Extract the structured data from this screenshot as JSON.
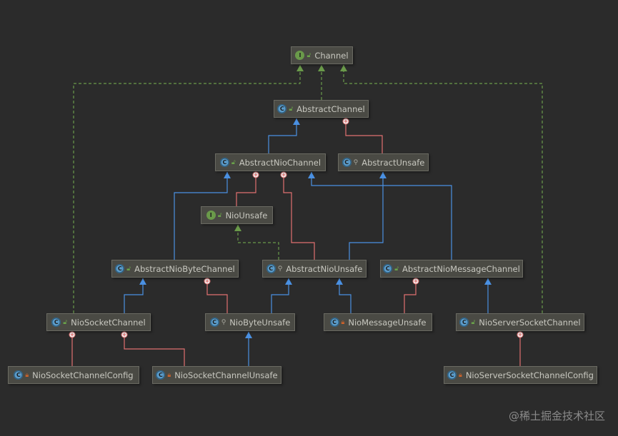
{
  "diagram": {
    "nodes": [
      {
        "id": "channel",
        "label": "Channel",
        "badge": "I",
        "kind": "interface",
        "modifier": "public"
      },
      {
        "id": "abstract-channel",
        "label": "AbstractChannel",
        "badge": "C",
        "kind": "abstract",
        "modifier": "public"
      },
      {
        "id": "abstract-nio-channel",
        "label": "AbstractNioChannel",
        "badge": "C",
        "kind": "abstract",
        "modifier": "public"
      },
      {
        "id": "abstract-unsafe",
        "label": "AbstractUnsafe",
        "badge": "C",
        "kind": "abstract",
        "modifier": "package"
      },
      {
        "id": "nio-unsafe",
        "label": "NioUnsafe",
        "badge": "I",
        "kind": "interface",
        "modifier": "public"
      },
      {
        "id": "abstract-nio-byte-channel",
        "label": "AbstractNioByteChannel",
        "badge": "C",
        "kind": "abstract",
        "modifier": "public"
      },
      {
        "id": "abstract-nio-unsafe",
        "label": "AbstractNioUnsafe",
        "badge": "C",
        "kind": "abstract",
        "modifier": "package"
      },
      {
        "id": "abstract-nio-message-channel",
        "label": "AbstractNioMessageChannel",
        "badge": "C",
        "kind": "abstract",
        "modifier": "public"
      },
      {
        "id": "nio-socket-channel",
        "label": "NioSocketChannel",
        "badge": "C",
        "kind": "class",
        "modifier": "public"
      },
      {
        "id": "nio-byte-unsafe",
        "label": "NioByteUnsafe",
        "badge": "C",
        "kind": "class",
        "modifier": "package"
      },
      {
        "id": "nio-message-unsafe",
        "label": "NioMessageUnsafe",
        "badge": "C",
        "kind": "class",
        "modifier": "private"
      },
      {
        "id": "nio-server-socket-channel",
        "label": "NioServerSocketChannel",
        "badge": "C",
        "kind": "class",
        "modifier": "public"
      },
      {
        "id": "nio-socket-channel-config",
        "label": "NioSocketChannelConfig",
        "badge": "C",
        "kind": "class",
        "modifier": "private"
      },
      {
        "id": "nio-socket-channel-unsafe",
        "label": "NioSocketChannelUnsafe",
        "badge": "C",
        "kind": "class",
        "modifier": "private"
      },
      {
        "id": "nio-server-socket-channel-config",
        "label": "NioServerSocketChannelConfig",
        "badge": "C",
        "kind": "class",
        "modifier": "private"
      }
    ],
    "edges": [
      {
        "from": "abstract-channel",
        "to": "channel",
        "type": "implements"
      },
      {
        "from": "nio-socket-channel",
        "to": "channel",
        "type": "implements"
      },
      {
        "from": "nio-server-socket-channel",
        "to": "channel",
        "type": "implements"
      },
      {
        "from": "abstract-nio-channel",
        "to": "abstract-channel",
        "type": "extends"
      },
      {
        "from": "abstract-unsafe",
        "to": "abstract-channel",
        "type": "inner"
      },
      {
        "from": "abstract-nio-byte-channel",
        "to": "abstract-nio-channel",
        "type": "extends"
      },
      {
        "from": "abstract-nio-message-channel",
        "to": "abstract-nio-channel",
        "type": "extends"
      },
      {
        "from": "nio-unsafe",
        "to": "abstract-nio-channel",
        "type": "inner"
      },
      {
        "from": "abstract-nio-unsafe",
        "to": "abstract-nio-channel",
        "type": "inner"
      },
      {
        "from": "abstract-nio-unsafe",
        "to": "abstract-unsafe",
        "type": "extends"
      },
      {
        "from": "abstract-nio-unsafe",
        "to": "nio-unsafe",
        "type": "implements"
      },
      {
        "from": "nio-socket-channel",
        "to": "abstract-nio-byte-channel",
        "type": "extends"
      },
      {
        "from": "nio-byte-unsafe",
        "to": "abstract-nio-byte-channel",
        "type": "inner"
      },
      {
        "from": "nio-byte-unsafe",
        "to": "abstract-nio-unsafe",
        "type": "extends"
      },
      {
        "from": "nio-message-unsafe",
        "to": "abstract-nio-unsafe",
        "type": "extends"
      },
      {
        "from": "nio-message-unsafe",
        "to": "abstract-nio-message-channel",
        "type": "inner"
      },
      {
        "from": "nio-server-socket-channel",
        "to": "abstract-nio-message-channel",
        "type": "extends"
      },
      {
        "from": "nio-socket-channel-config",
        "to": "nio-socket-channel",
        "type": "inner"
      },
      {
        "from": "nio-socket-channel-unsafe",
        "to": "nio-socket-channel",
        "type": "inner"
      },
      {
        "from": "nio-socket-channel-unsafe",
        "to": "nio-byte-unsafe",
        "type": "extends"
      },
      {
        "from": "nio-server-socket-channel-config",
        "to": "nio-server-socket-channel",
        "type": "inner"
      }
    ],
    "colors": {
      "background": "#2b2b2b",
      "node_fill": "#4a4a44",
      "node_border": "#6a6a62",
      "extends": "#4a90e2",
      "implements": "#6a9a4a",
      "inner": "#e07070"
    }
  },
  "watermark": "@稀土掘金技术社区"
}
